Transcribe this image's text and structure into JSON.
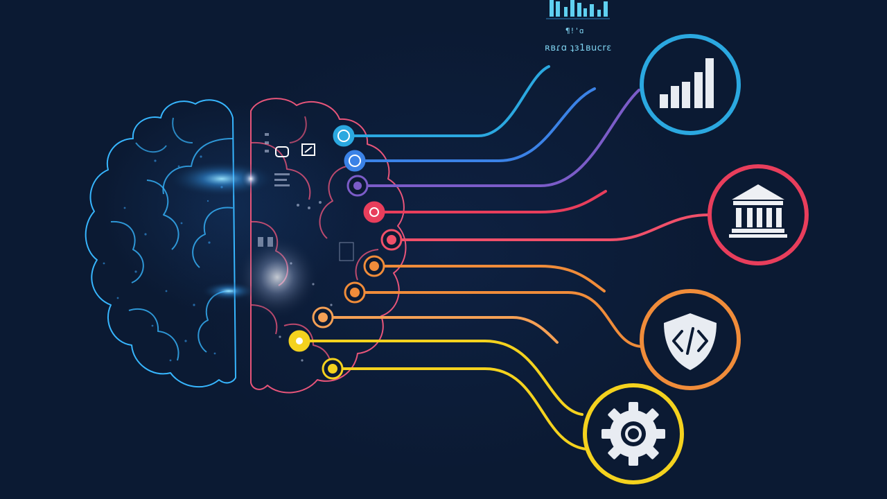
{
  "header": {
    "caption_small": "¶!'ɑ",
    "caption": "ʀʙɾɑ ʇɜ1ʙucrɛ"
  },
  "colors": {
    "background": "#0b1a33",
    "cyan": "#2ba8e0",
    "blue": "#3b82e6",
    "purple": "#7b5cc8",
    "red": "#e83e5c",
    "coral": "#f0506a",
    "orange": "#f08c3a",
    "orange_light": "#f5a055",
    "yellow": "#f4d21e",
    "brain_left": "#37b6ff",
    "brain_right": "#e8557a"
  },
  "icons": [
    {
      "name": "bar-chart-icon",
      "ring": "cyan"
    },
    {
      "name": "bank-building-icon",
      "ring": "red"
    },
    {
      "name": "code-shield-icon",
      "ring": "orange"
    },
    {
      "name": "gear-icon",
      "ring": "yellow"
    }
  ]
}
